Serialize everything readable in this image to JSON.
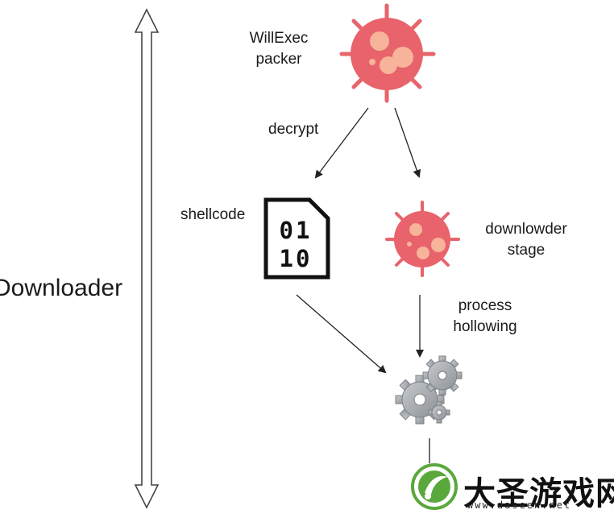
{
  "labels": {
    "side_label": "Downloader",
    "packer": [
      "WillExec",
      "packer"
    ],
    "decrypt": "decrypt",
    "shellcode": "shellcode",
    "downloader_stage": [
      "downlowder",
      "stage"
    ],
    "hollowing": [
      "process",
      "hollowing"
    ]
  },
  "shellcode_bits": [
    "01",
    "10"
  ],
  "watermark": {
    "text": "大圣游戏网",
    "url": "www.daseen.net"
  },
  "colors": {
    "virus_body": "#e8636b",
    "virus_spot": "#f7b49a",
    "gear": "#a3a8ad",
    "arrow": "#222222",
    "logo_green": "#5aa83c"
  }
}
